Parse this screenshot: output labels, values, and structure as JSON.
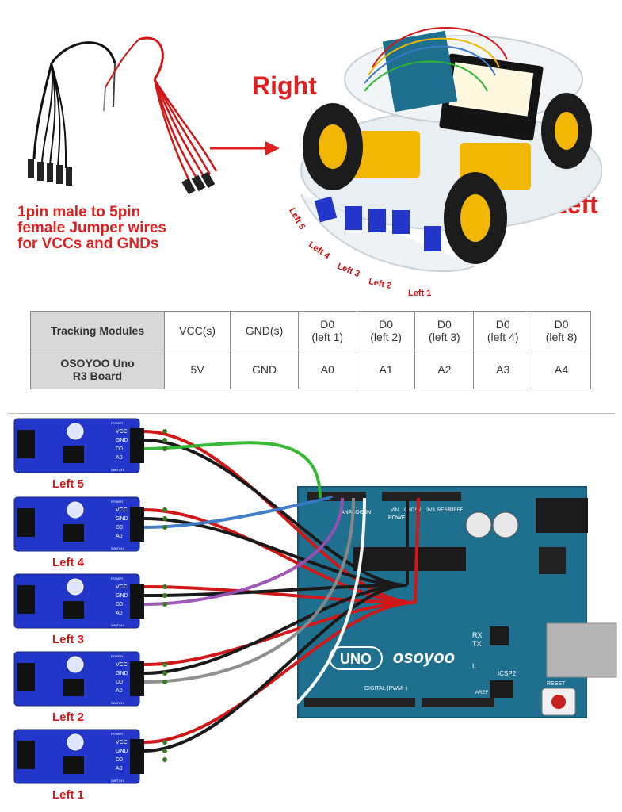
{
  "top": {
    "caption_line1": "1pin male to 5pin",
    "caption_line2": "female Jumper wires",
    "caption_line3": "for VCCs and GNDs",
    "label_right": "Right",
    "label_left": "Left",
    "sensor_labels": [
      "Left 5",
      "Left 4",
      "Left 3",
      "Left 2",
      "Left 1"
    ]
  },
  "table": {
    "row1": [
      "Tracking Modules",
      "VCC(s)",
      "GND(s)",
      "D0\n(left 1)",
      "D0\n(left 2)",
      "D0\n(left 3)",
      "D0\n(left 4)",
      "D0\n(left 8)"
    ],
    "row2": [
      "OSOYOO Uno\nR3 Board",
      "5V",
      "GND",
      "A0",
      "A1",
      "A2",
      "A3",
      "A4"
    ]
  },
  "modules": [
    {
      "label": "Left 5",
      "wire_color": "#2db52d"
    },
    {
      "label": "Left 4",
      "wire_color": "#3a78c8"
    },
    {
      "label": "Left 3",
      "wire_color": "#9b4fb3"
    },
    {
      "label": "Left 2",
      "wire_color": "#8a8a8a"
    },
    {
      "label": "Left 1",
      "wire_color": "#ffffff"
    }
  ],
  "module_pins": [
    "VCC",
    "GND",
    "D0",
    "A0"
  ],
  "module_pins_alt": [
    "VCC",
    "GND",
    "D0",
    "A0"
  ],
  "module_small": {
    "power": "POWER",
    "switch": "SWITCH"
  },
  "board": {
    "logo_uno": "UNO",
    "logo_brand": "osoyoo",
    "analog_label": "ANALOG IN",
    "power_label": "POWER",
    "digital_label": "DIGITAL (PWM~)",
    "icsp_label": "ICSP2",
    "reset_label": "RESET",
    "tx": "TX",
    "rx": "RX",
    "l": "L",
    "pin_vin": "VIN",
    "pin_gnd": "GND",
    "pin_5v": "5V",
    "pin_3v3": "3V3",
    "pin_reset": "RESET",
    "pin_ioref": "IOREF",
    "pin_aref": "AREF"
  },
  "colors": {
    "board": "#1f6f8f",
    "module": "#2236c9",
    "red_wire": "#d01818",
    "black_wire": "#1a1a1a",
    "label_red": "#d81818"
  }
}
